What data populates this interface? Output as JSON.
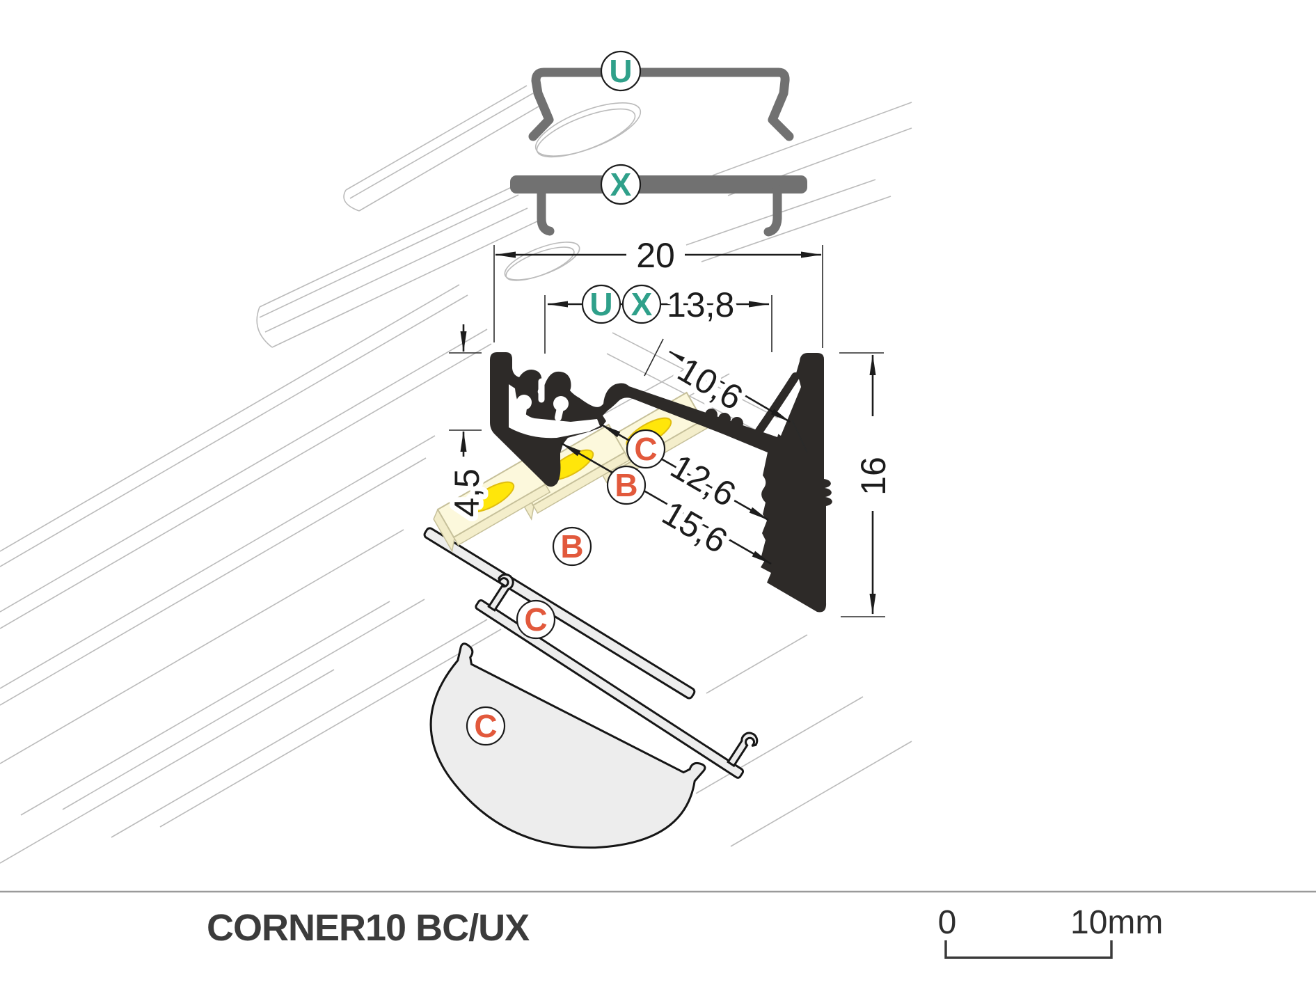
{
  "drawing": {
    "component_labels": {
      "bracket_u": "U",
      "plate_x": "X",
      "cover_b": "B",
      "cover_c": "C"
    },
    "dimensions": {
      "total_width": "20",
      "inner_width": "13,8",
      "channel_depth": "10,6",
      "cover_c_width": "12,6",
      "cover_b_width": "15,6",
      "top_offset": "4,5",
      "total_height": "16"
    },
    "colors": {
      "profile_black": "#2d2a28",
      "bracket_gray": "#717171",
      "accent_teal": "#2fa08a",
      "accent_orange": "#e2593c",
      "led_yellow": "#ffe60a",
      "pcb_cream": "#fcf8dc"
    }
  },
  "footer": {
    "product_name": "CORNER10 BC/UX",
    "scale_bar": {
      "start": "0",
      "end": "10mm"
    }
  }
}
